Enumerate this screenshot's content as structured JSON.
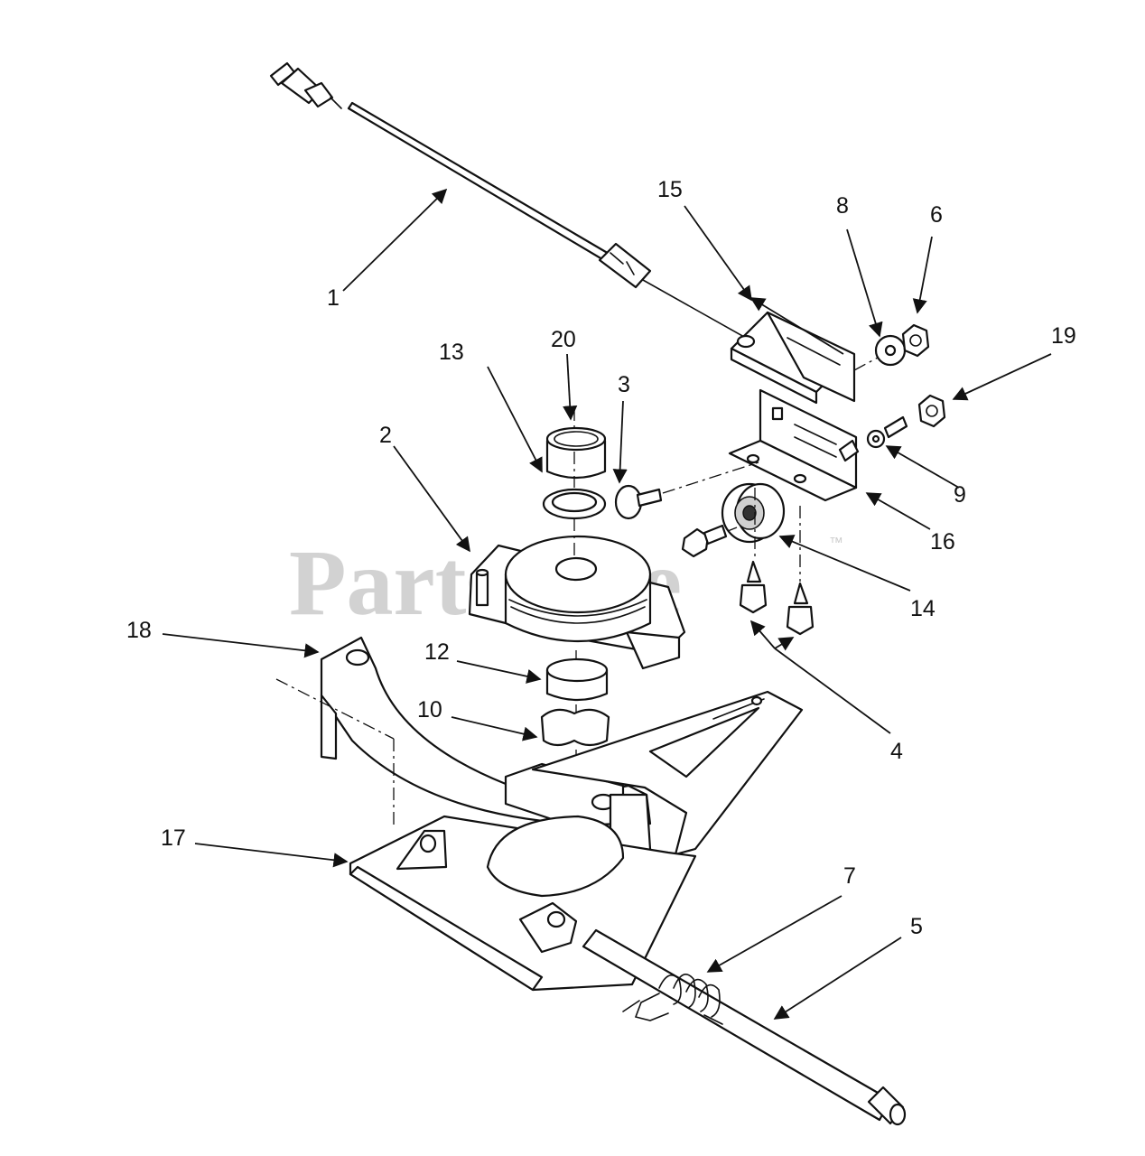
{
  "watermark": {
    "text": "PartsTree",
    "trademark": "™"
  },
  "callouts": [
    {
      "id": "1",
      "label": "1"
    },
    {
      "id": "2",
      "label": "2"
    },
    {
      "id": "3",
      "label": "3"
    },
    {
      "id": "4",
      "label": "4"
    },
    {
      "id": "5",
      "label": "5"
    },
    {
      "id": "6",
      "label": "6"
    },
    {
      "id": "7",
      "label": "7"
    },
    {
      "id": "8",
      "label": "8"
    },
    {
      "id": "9",
      "label": "9"
    },
    {
      "id": "10",
      "label": "10"
    },
    {
      "id": "12",
      "label": "12"
    },
    {
      "id": "13",
      "label": "13"
    },
    {
      "id": "14",
      "label": "14"
    },
    {
      "id": "15",
      "label": "15"
    },
    {
      "id": "16",
      "label": "16"
    },
    {
      "id": "17",
      "label": "17"
    },
    {
      "id": "18",
      "label": "18"
    },
    {
      "id": "19",
      "label": "19"
    },
    {
      "id": "20",
      "label": "20"
    }
  ]
}
